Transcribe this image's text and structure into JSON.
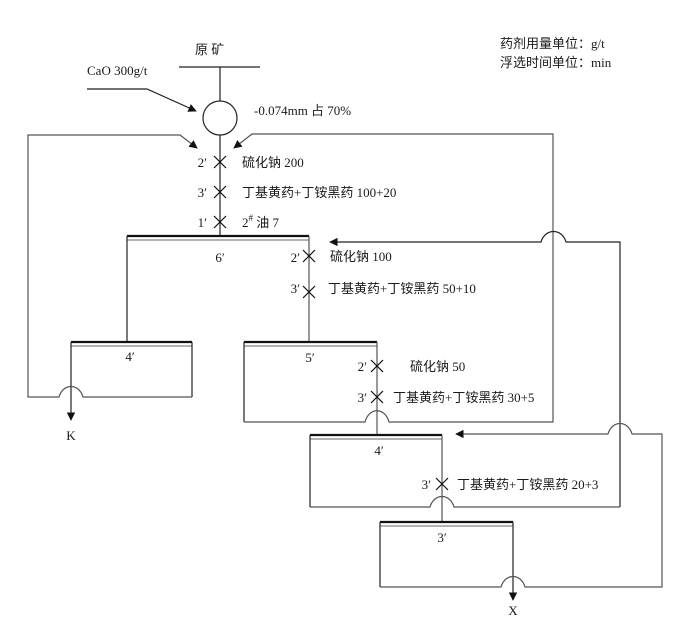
{
  "feed": {
    "label": "原    矿"
  },
  "units": {
    "dosage": "药剂用量单位：g/t",
    "time": "浮选时间单位：min"
  },
  "grinding": {
    "lime": "CaO 300g/t",
    "fineness": "-0.074mm 占 70%"
  },
  "additions": [
    {
      "time": "2′",
      "reagent": "硫化钠  200"
    },
    {
      "time": "3′",
      "reagent": "丁基黄药+丁铵黑药  100+20"
    },
    {
      "time": "1′",
      "reagent_base": "2",
      "reagent_sup": "#",
      "reagent_rest": " 油  7"
    },
    {
      "time": "2′",
      "reagent": "硫化钠  100"
    },
    {
      "time": "3′",
      "reagent": "丁基黄药+丁铵黑药  50+10"
    },
    {
      "time": "2′",
      "reagent": "硫化钠  50"
    },
    {
      "time": "3′",
      "reagent": "丁基黄药+丁铵黑药  30+5"
    },
    {
      "time": "3′",
      "reagent": "丁基黄药+丁铵黑药  20+3"
    }
  ],
  "cells": [
    {
      "id": "rougher",
      "time": "6′"
    },
    {
      "id": "scavenger",
      "time": "4′"
    },
    {
      "id": "cleaner-1",
      "time": "5′"
    },
    {
      "id": "cleaner-2",
      "time": "4′"
    },
    {
      "id": "cleaner-3",
      "time": "3′"
    }
  ],
  "products": {
    "tailings": "K",
    "concentrate": "X"
  }
}
